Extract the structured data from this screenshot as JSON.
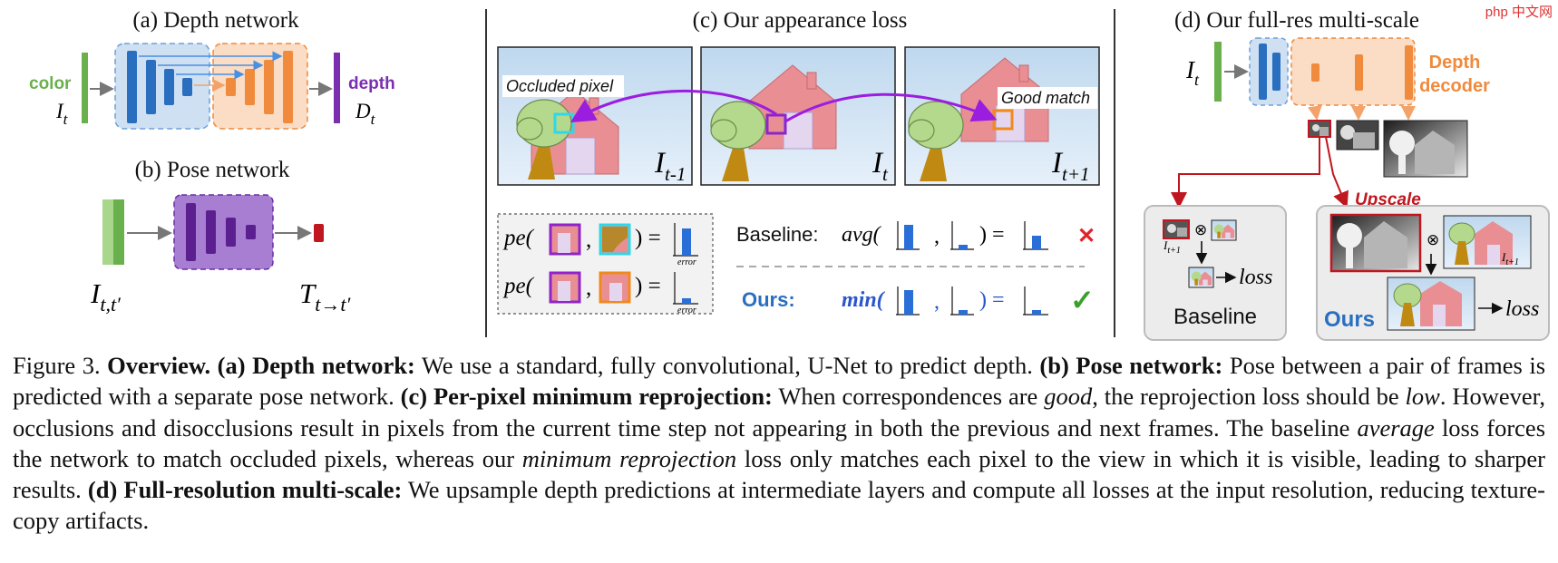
{
  "panel_a": {
    "title": "(a) Depth network",
    "color_label": "color",
    "input_symbol": "I",
    "input_sub": "t",
    "depth_label": "depth",
    "output_symbol": "D",
    "output_sub": "t"
  },
  "panel_b": {
    "title": "(b) Pose network",
    "input_symbol": "I",
    "input_sub": "t,t′",
    "output_symbol": "T",
    "output_sub": "t→t′"
  },
  "panel_c": {
    "title": "(c) Our appearance loss",
    "occluded_label": "Occluded pixel",
    "good_match_label": "Good match",
    "frames": [
      {
        "symbol": "I",
        "sub": "t-1"
      },
      {
        "symbol": "I",
        "sub": "t"
      },
      {
        "symbol": "I",
        "sub": "t+1"
      }
    ],
    "pe_label": "pe(",
    "pe_close": ") =",
    "error_label": "error",
    "baseline_label": "Baseline:",
    "baseline_fn": "avg(",
    "ours_label": "Ours:",
    "ours_fn": "min(",
    "cross_mark": "✕",
    "check_mark": "✓"
  },
  "panel_d": {
    "title": "(d) Our full-res multi-scale",
    "input_symbol": "I",
    "input_sub": "t",
    "decoder_label_1": "Depth",
    "decoder_label_2": "decoder",
    "upscale_label": "Upscale",
    "baseline_label": "Baseline",
    "ours_label": "Ours",
    "loss_label": "loss",
    "small_frame_sub": "t+1",
    "otimes": "⊗"
  },
  "caption": {
    "fig_label": "Figure 3.",
    "overview": "Overview.",
    "a_head": "(a) Depth network:",
    "a_text": "We use a standard, fully convolutional, U-Net to predict depth.",
    "b_head": "(b) Pose network:",
    "b_text": "Pose between a pair of frames is predicted with a separate pose network.",
    "c_head": "(c) Per-pixel minimum reprojection:",
    "c_text1": "When correspondences are",
    "c_good": "good",
    "c_text2": ", the reprojection loss should be",
    "c_low": "low",
    "c_text3": ". However, occlusions and disocclusions result in pixels from the current time step not appearing in both the previous and next frames. The baseline",
    "c_average": "average",
    "c_text4": "loss forces the network to match occluded pixels, whereas our",
    "c_minrep": "minimum reprojection",
    "c_text5": "loss only matches each pixel to the view in which it is visible, leading to sharper results.",
    "d_head": "(d) Full-resolution multi-scale:",
    "d_text": "We upsample depth predictions at intermediate layers and compute all losses at the input resolution, reducing texture-copy artifacts."
  },
  "watermark": "php 中文网",
  "colors": {
    "green": "#6ab04c",
    "purple": "#7b2fb0",
    "blue": "#2a6fbf",
    "orange": "#f08a3c",
    "red": "#c0161f"
  }
}
